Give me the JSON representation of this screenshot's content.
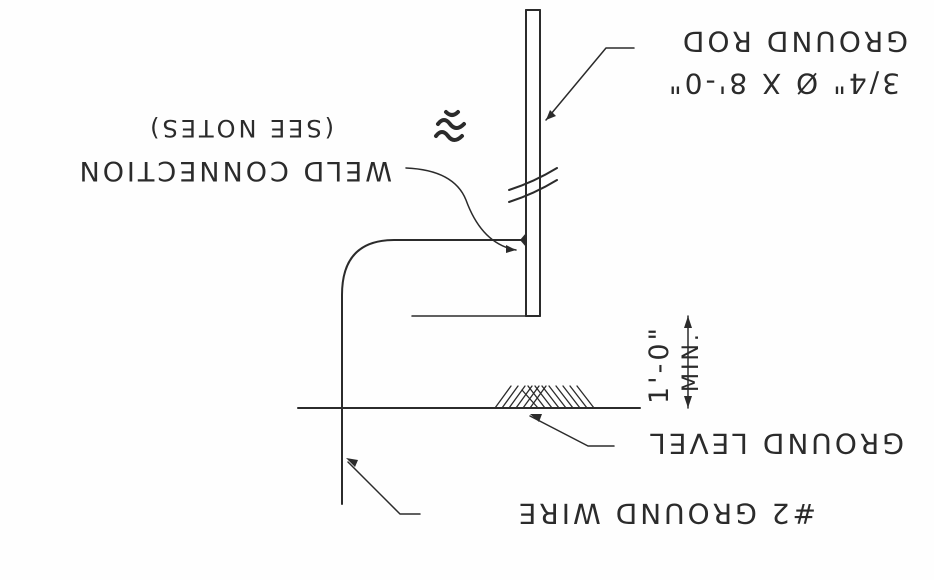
{
  "drawing": {
    "orientation": "rotated 180 degrees (upside down)",
    "ink_color": "#2b2b2b",
    "labels": {
      "ground_rod_title": "GROUND ROD",
      "ground_rod_size": "3/4\" Ø X 8'-0\"",
      "weld_connection": "WELD CONNECTION",
      "see_notes": "(SEE NOTES)",
      "min_depth": "1'-0\"",
      "min_label": "MIN.",
      "ground_level": "GROUND LEVEL",
      "ground_wire": "#2 GROUND WIRE"
    }
  }
}
